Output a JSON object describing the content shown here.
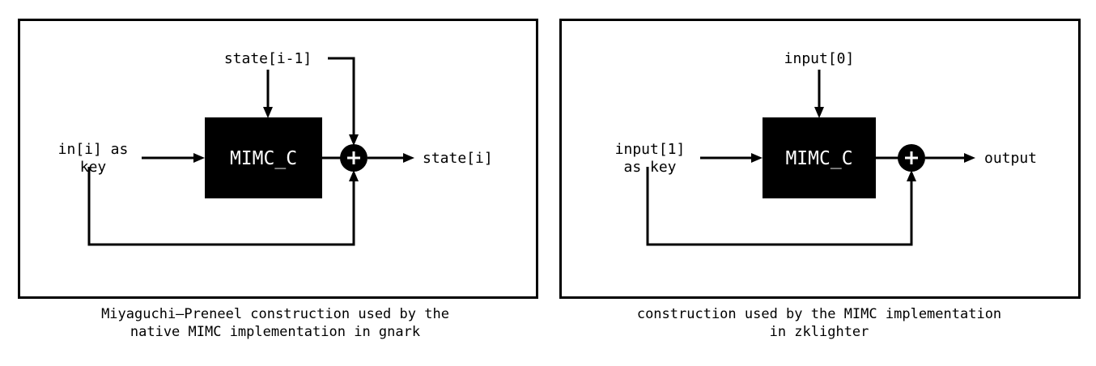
{
  "figure": {
    "type": "block-diagram",
    "background_color": "#ffffff",
    "line_color": "#000000",
    "block_fill_color": "#000000",
    "block_text_color": "#ffffff"
  },
  "panels": [
    {
      "id": "left",
      "block_label": "MIMC_C",
      "xor_symbol": "+",
      "labels": {
        "top_input": "state[i-1]",
        "key_input_line1": "in[i] as",
        "key_input_line2": "key",
        "output": "state[i]"
      },
      "caption_line1": "Miyaguchi–Preneel construction used by the",
      "caption_line2": "native MIMC implementation in gnark"
    },
    {
      "id": "right",
      "block_label": "MIMC_C",
      "xor_symbol": "+",
      "labels": {
        "top_input": "input[0]",
        "key_input_line1": "input[1]",
        "key_input_line2": "as key",
        "output": "output"
      },
      "caption_line1": "construction used by the MIMC implementation",
      "caption_line2": "in zklighter"
    }
  ]
}
